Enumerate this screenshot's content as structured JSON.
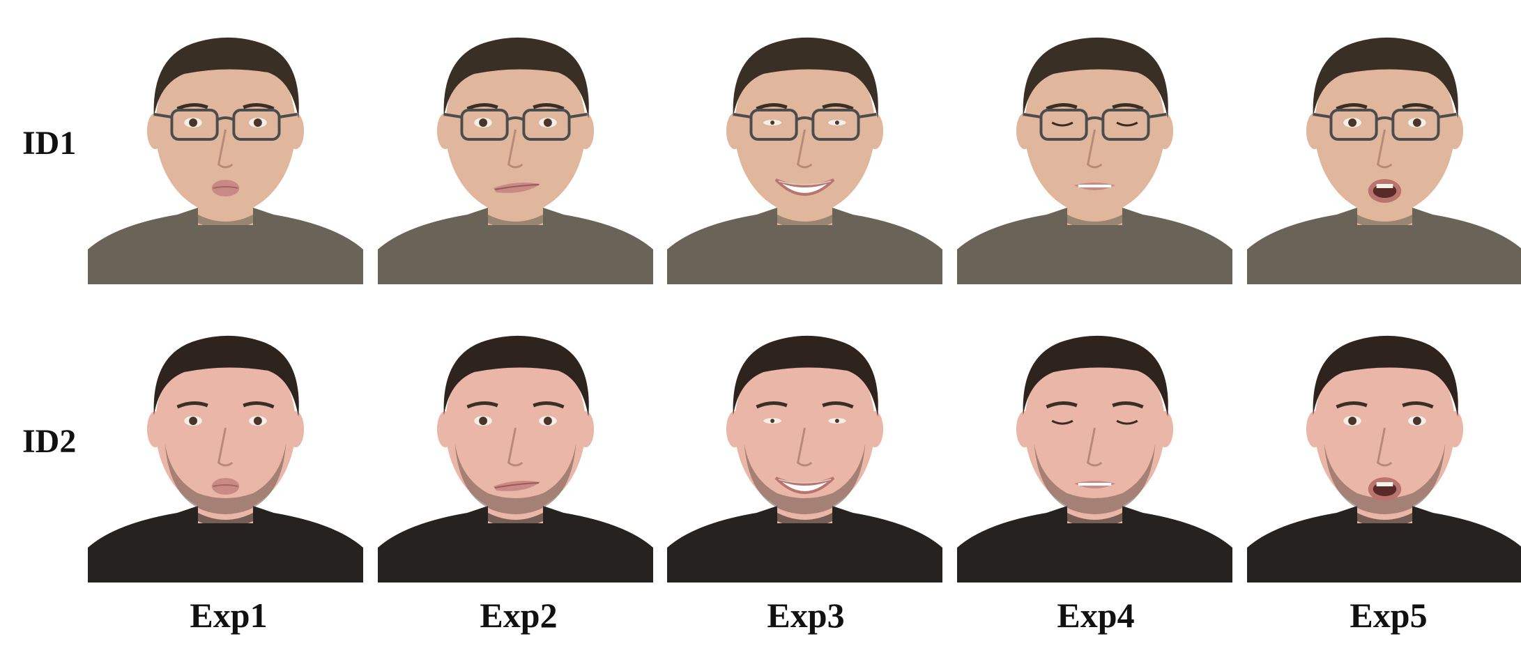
{
  "figure": {
    "rows": [
      {
        "label": "ID1",
        "subject": "id1",
        "skin": "#e0b69c",
        "hair": "#3a2f25",
        "shirt": "#6a6458",
        "glasses": true,
        "beard": false
      },
      {
        "label": "ID2",
        "subject": "id2",
        "skin": "#eab6a8",
        "hair": "#2e241d",
        "shirt": "#26221f",
        "glasses": false,
        "beard": true
      }
    ],
    "columns": [
      {
        "label": "Exp1",
        "expression": "pucker"
      },
      {
        "label": "Exp2",
        "expression": "smirk"
      },
      {
        "label": "Exp3",
        "expression": "smile"
      },
      {
        "label": "Exp4",
        "expression": "eyes-closed"
      },
      {
        "label": "Exp5",
        "expression": "mouth-open"
      }
    ]
  }
}
